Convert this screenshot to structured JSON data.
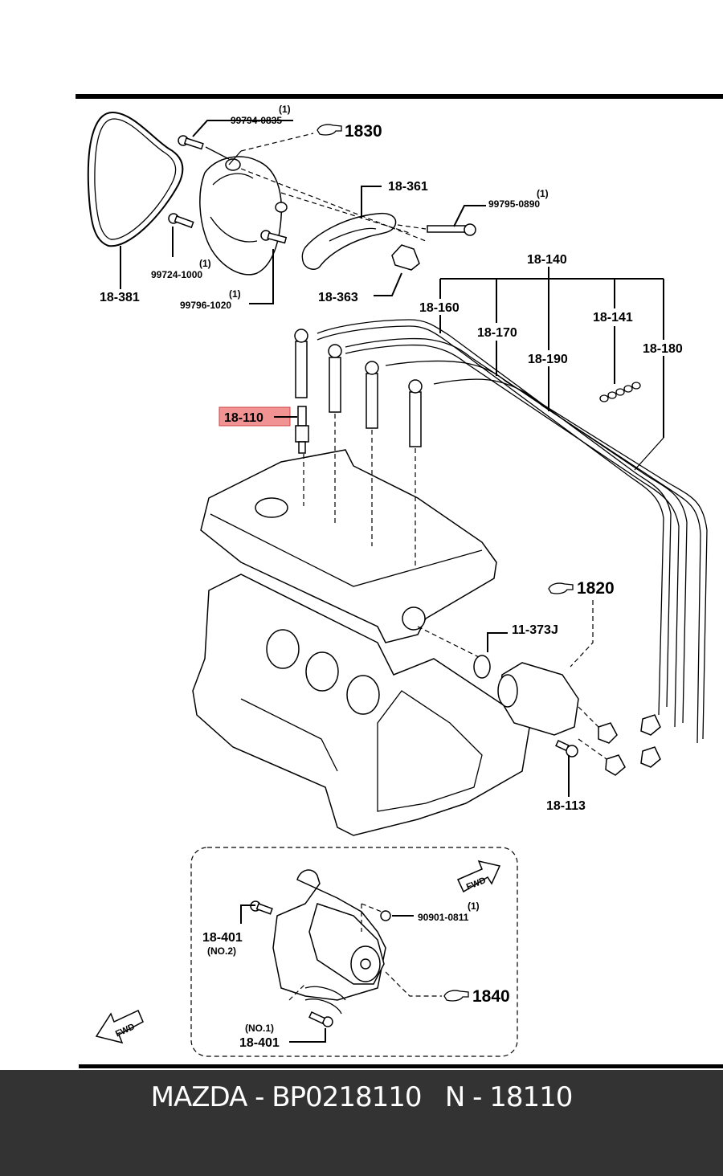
{
  "diagram": {
    "title_bar_present": true,
    "reference_labels": [
      {
        "id": "ref-1830",
        "text": "1830"
      },
      {
        "id": "ref-1820",
        "text": "1820"
      },
      {
        "id": "ref-1840",
        "text": "1840"
      }
    ],
    "part_labels": {
      "p_99794_0835": {
        "qty": "(1)",
        "number": "99794-0835"
      },
      "p_18_361": {
        "number": "18-361"
      },
      "p_99795_0890": {
        "qty": "(1)",
        "number": "99795-0890"
      },
      "p_99724_1000": {
        "qty": "(1)",
        "number": "99724-1000"
      },
      "p_99796_1020": {
        "qty": "(1)",
        "number": "99796-1020"
      },
      "p_18_381": {
        "number": "18-381"
      },
      "p_18_363": {
        "number": "18-363"
      },
      "p_18_140": {
        "number": "18-140"
      },
      "p_18_160": {
        "number": "18-160"
      },
      "p_18_170": {
        "number": "18-170"
      },
      "p_18_141": {
        "number": "18-141"
      },
      "p_18_190": {
        "number": "18-190"
      },
      "p_18_180": {
        "number": "18-180"
      },
      "p_18_110": {
        "number": "18-110",
        "highlighted": true
      },
      "p_11_373j": {
        "number": "11-373J"
      },
      "p_18_113": {
        "number": "18-113"
      },
      "p_18_401_no2": {
        "number": "18-401",
        "note": "(NO.2)"
      },
      "p_90901_0811": {
        "qty": "(1)",
        "number": "90901-0811"
      },
      "p_18_401_no1": {
        "number": "18-401",
        "note": "(NO.1)"
      }
    },
    "fwd_label": "FWD",
    "highlight_color": "#f08080"
  },
  "footer": {
    "text": "MAZDA - BP0218110   N - 18110"
  }
}
